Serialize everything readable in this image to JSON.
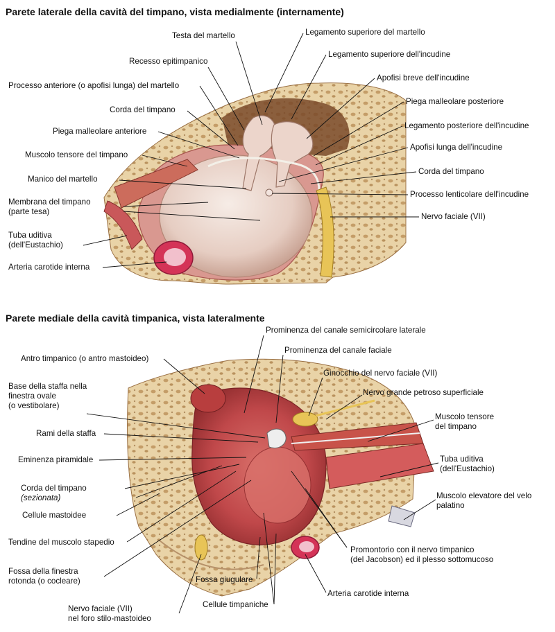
{
  "figure1": {
    "title": "Parete laterale della cavità del timpano, vista medialmente (internamente)",
    "labels": {
      "testa_martello": "Testa del martello",
      "recesso_epitimpanico": "Recesso epitimpanico",
      "processo_anteriore": "Processo anteriore (o apofisi lunga) del martello",
      "corda_timpano_left": "Corda del timpano",
      "piega_malleolare_anteriore": "Piega malleolare anteriore",
      "muscolo_tensore": "Muscolo tensore del timpano",
      "manico_martello": "Manico del martello",
      "membrana_timpano_1": "Membrana del timpano",
      "membrana_timpano_2": "(parte tesa)",
      "tuba_uditiva_1": "Tuba uditiva",
      "tuba_uditiva_2": "(dell'Eustachio)",
      "arteria_carotide": "Arteria carotide interna",
      "legamento_sup_martello": "Legamento superiore del martello",
      "legamento_sup_incudine": "Legamento superiore dell'incudine",
      "apofisi_breve_incudine": "Apofisi breve dell'incudine",
      "piega_malleolare_posteriore": "Piega malleolare posteriore",
      "legamento_post_incudine": "Legamento posteriore dell'incudine",
      "apofisi_lunga_incudine": "Apofisi lunga dell'incudine",
      "corda_timpano_right": "Corda del timpano",
      "processo_lenticolare": "Processo lenticolare dell'incudine",
      "nervo_faciale": "Nervo faciale (VII)"
    }
  },
  "figure2": {
    "title": "Parete mediale della cavità timpanica, vista lateralmente",
    "labels": {
      "prominenza_semicircolare": "Prominenza del canale semicircolare laterale",
      "prominenza_faciale": "Prominenza del canale faciale",
      "ginocchio_nervo": "Ginocchio del nervo faciale (VII)",
      "nervo_grande_petroso": "Nervo grande petroso superficiale",
      "muscolo_tensore_1": "Muscolo tensore",
      "muscolo_tensore_2": "del timpano",
      "tuba_uditiva_1": "Tuba uditiva",
      "tuba_uditiva_2": "(dell'Eustachio)",
      "muscolo_elevatore_1": "Muscolo elevatore del velo",
      "muscolo_elevatore_2": "palatino",
      "promontorio_1": "Promontorio con il nervo timpanico",
      "promontorio_2": "(del Jacobson) ed il plesso sottomucoso",
      "arteria_carotide": "Arteria carotide interna",
      "cellule_timpaniche": "Cellule timpaniche",
      "fossa_giugulare": "Fossa giugulare",
      "nervo_faciale_1": "Nervo faciale (VII)",
      "nervo_faciale_2": "nel foro stilo-mastoideo",
      "antro_timpanico": "Antro timpanico (o antro mastoideo)",
      "base_staffa_1": "Base della staffa nella",
      "base_staffa_2": "finestra ovale",
      "base_staffa_3": "(o vestibolare)",
      "rami_staffa": "Rami della staffa",
      "eminenza_piramidale": "Eminenza piramidale",
      "corda_timpano_1": "Corda del timpano",
      "corda_timpano_2": "(sezionata)",
      "cellule_mastoidee": "Cellule mastoidee",
      "tendine_stapedio": "Tendine del muscolo stapedio",
      "fossa_finestra_1": "Fossa della finestra",
      "fossa_finestra_2": "rotonda (o cocleare)"
    }
  },
  "colors": {
    "bone": "#e6cfa2",
    "bone_pore": "#b88a52",
    "mucosa": "#c44a4a",
    "mucosa_dark": "#8a2a2a",
    "membrane": "#ecd9cf",
    "ossicle": "#e8cfc6",
    "nerve": "#e6c25a",
    "artery": "#d9365a",
    "muscle": "#c85a4a"
  }
}
